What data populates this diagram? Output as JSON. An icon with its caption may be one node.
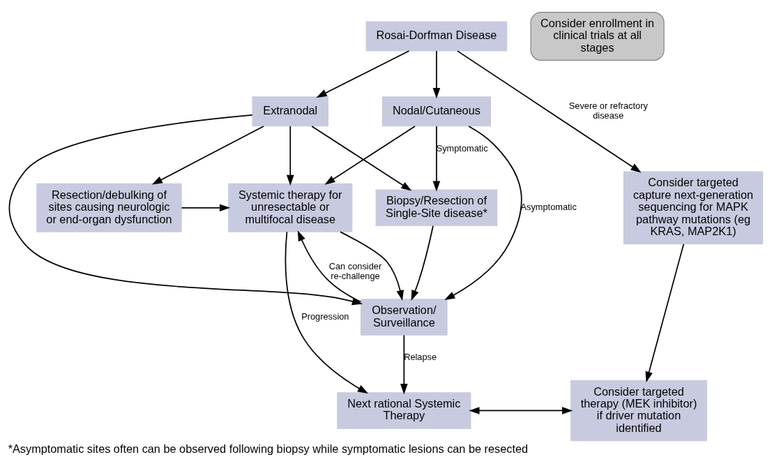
{
  "diagram": {
    "caption": "*Asymptomatic sites often can be observed following biopsy while symptomatic lesions can be resected",
    "nodes": [
      {
        "text": [
          "Rosai-Dorfman Disease"
        ]
      },
      {
        "text": [
          "Nodal/Cutaneous"
        ]
      },
      {
        "text": [
          "Extranodal"
        ]
      },
      {
        "text": [
          "Biopsy/Resection of Single-Site disease*"
        ]
      },
      {
        "text": [
          "Systemic therapy for unresectable or multifocal disease"
        ]
      },
      {
        "text": [
          "Resection/debulking of sites causing neurologic or end-organ dysfunction"
        ]
      },
      {
        "text": [
          "Consider targeted capture next-generation sequencing for MAPK pathway mutations (eg KRAS, MAP2K1)"
        ]
      },
      {
        "text": [
          "Observation/ Surveillance"
        ]
      },
      {
        "text": [
          "Next rational Systemic Therapy"
        ]
      },
      {
        "text": [
          "Consider targeted therapy (MEK inhibitor) if driver mutation identified"
        ]
      },
      {
        "text": [
          "Consider enrollment in clinical trials at all stages"
        ]
      }
    ],
    "edges": [
      {
        "from": 0,
        "to": 1,
        "arrow": "to"
      },
      {
        "from": 0,
        "to": 2,
        "arrow": "to"
      },
      {
        "from": 0,
        "to": 6,
        "arrow": "to",
        "label": "Severe or refractory disease"
      },
      {
        "from": 1,
        "to": 7,
        "arrow": "to",
        "label": "Asymptomatic"
      },
      {
        "from": 2,
        "to": 7,
        "arrow": "to"
      },
      {
        "from": 2,
        "to": 3,
        "arrow": "to"
      },
      {
        "from": 1,
        "to": 3,
        "arrow": "to",
        "label": "Symptomatic"
      },
      {
        "from": 1,
        "to": 4,
        "arrow": "to"
      },
      {
        "from": 2,
        "to": 4,
        "arrow": "to"
      },
      {
        "from": 2,
        "to": 5,
        "arrow": "to"
      },
      {
        "from": 5,
        "to": 4,
        "arrow": "to"
      },
      {
        "from": 3,
        "to": 7,
        "arrow": "to"
      },
      {
        "from": 4,
        "to": 7,
        "arrow": "to"
      },
      {
        "from": 7,
        "to": 4,
        "arrow": "to",
        "label": "Can consider re-challenge"
      },
      {
        "from": 7,
        "to": 8,
        "arrow": "to",
        "label": "Relapse"
      },
      {
        "from": 4,
        "to": 8,
        "arrow": "to",
        "label": "Progression"
      },
      {
        "from": 8,
        "to": 9,
        "arrow": "both"
      },
      {
        "from": 6,
        "to": 9,
        "arrow": "to"
      }
    ]
  }
}
